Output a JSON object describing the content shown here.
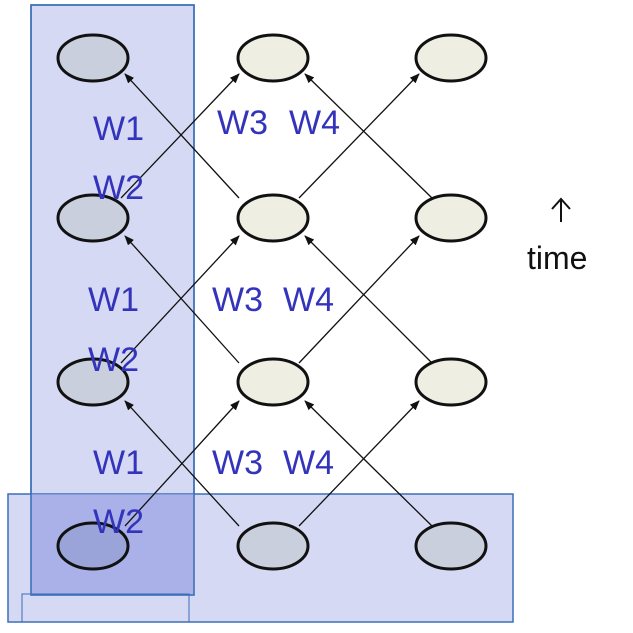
{
  "weights": {
    "w1": "W1",
    "w2": "W2",
    "w3": "W3",
    "w4": "W4"
  },
  "time_label": "time",
  "colors": {
    "highlight_fill": "#c8ccf0",
    "highlight_overlap_fill": "#9aa4e4",
    "highlight_border": "#3a6fb8",
    "node_highlighted": "#c9cfdc",
    "node_plain": "#efeee2",
    "node_stroke": "#111111",
    "edge": "#111111",
    "weight_text": "#3333bb"
  }
}
